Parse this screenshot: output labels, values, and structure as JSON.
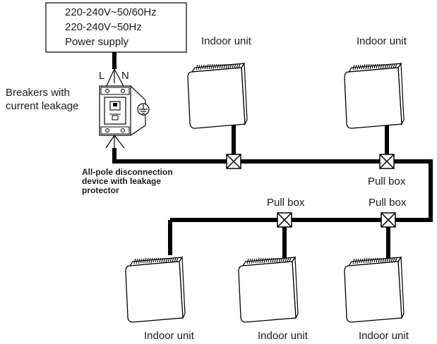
{
  "power_supply": {
    "line1": "220-240V~50/60Hz",
    "line2": "220-240V~50Hz",
    "line3": "Power supply"
  },
  "breaker": {
    "label_line1": "Breakers with",
    "label_line2": "current leakage",
    "terminal_l": "L",
    "terminal_n": "N"
  },
  "disconnect": {
    "line1": "All-pole disconnection",
    "line2": "device with leakage",
    "line3": "protector"
  },
  "indoor_units": {
    "top_left": "Indoor unit",
    "top_right": "Indoor unit",
    "bottom_left": "Indoor unit",
    "bottom_middle": "Indoor unit",
    "bottom_right": "Indoor unit"
  },
  "pull_boxes": {
    "right_upper": "Pull box",
    "lower_left": "Pull box",
    "lower_right": "Pull box"
  },
  "colors": {
    "line": "#000000",
    "text": "#1a1a1a",
    "background": "#ffffff"
  }
}
